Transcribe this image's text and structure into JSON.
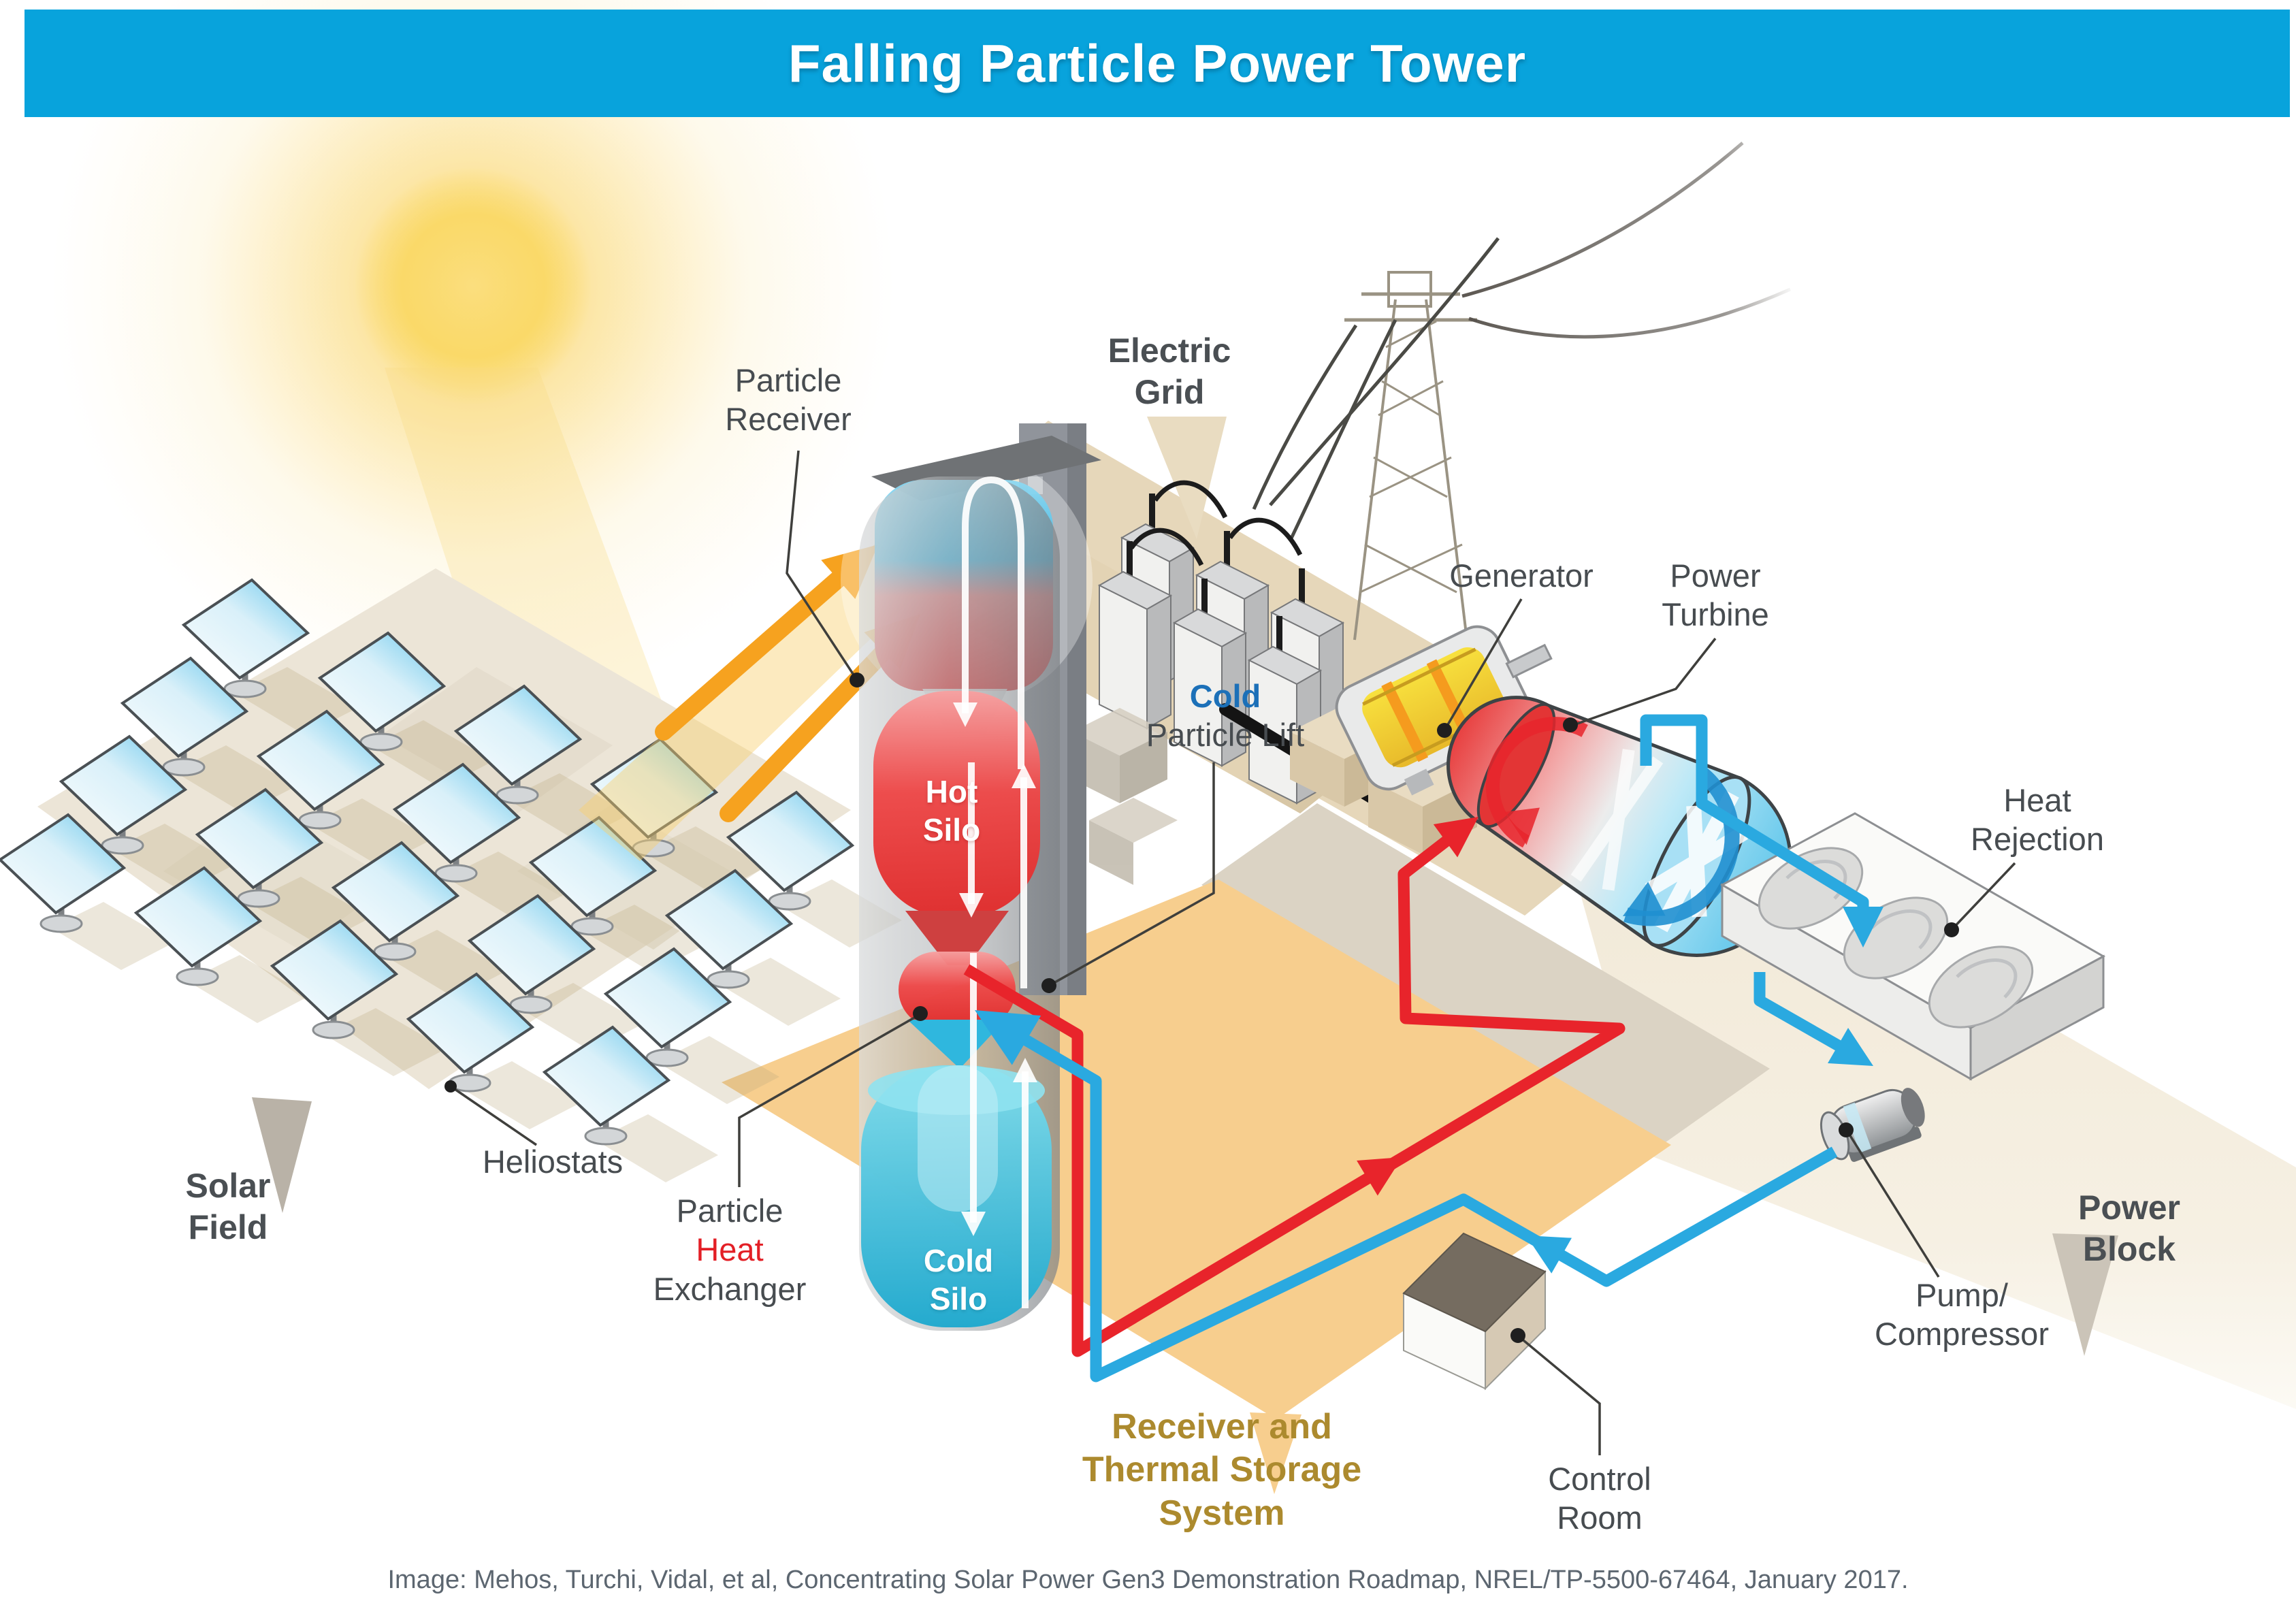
{
  "title": {
    "text": "Falling Particle Power Tower"
  },
  "caption": "Image:  Mehos, Turchi, Vidal, et al,  Concentrating Solar Power Gen3 Demonstration Roadmap, NREL/TP-5500-67464, January 2017.",
  "labels": {
    "particle_receiver": {
      "line1": "Particle",
      "line2": "Receiver"
    },
    "electric_grid": {
      "line1": "Electric",
      "line2": "Grid"
    },
    "generator": {
      "line1": "Generator"
    },
    "power_turbine": {
      "line1": "Power",
      "line2": "Turbine"
    },
    "cold_particle_lift": {
      "line1": "Cold",
      "line2": "Particle Lift"
    },
    "heat_rejection": {
      "line1": "Heat",
      "line2": "Rejection"
    },
    "hot_silo": {
      "line1": "Hot",
      "line2": "Silo"
    },
    "cold_silo": {
      "line1": "Cold",
      "line2": "Silo"
    },
    "heliostats": {
      "line1": "Heliostats"
    },
    "solar_field": {
      "line1": "Solar",
      "line2": "Field"
    },
    "particle_heat_exchanger": {
      "line1": "Particle",
      "line2": "Heat",
      "line3": "Exchanger"
    },
    "pump_compressor": {
      "line1": "Pump/",
      "line2": "Compressor"
    },
    "power_block": {
      "line1": "Power",
      "line2": "Block"
    },
    "control_room": {
      "line1": "Control",
      "line2": "Room"
    },
    "receiver_thermal_storage": {
      "line1": "Receiver and",
      "line2": "Thermal Storage",
      "line3": "System"
    }
  },
  "colors": {
    "title_bar": "#08A3DC",
    "hot_pipe_red": "#E8242B",
    "cold_pipe_blue": "#2AA9E0",
    "sun_arrow_orange": "#F6A21F",
    "label_dark": "#474C50",
    "cold_text_blue": "#1C70B8",
    "heat_text_red": "#E31F26",
    "storage_gold": "#AC8A2E",
    "caption_gray": "#5C6670",
    "hot_silo_red": "#E63333",
    "cold_silo_cyan": "#25AFD4",
    "ground_orange": "#F7CE8E",
    "ground_tan": "#E6D7BA"
  }
}
